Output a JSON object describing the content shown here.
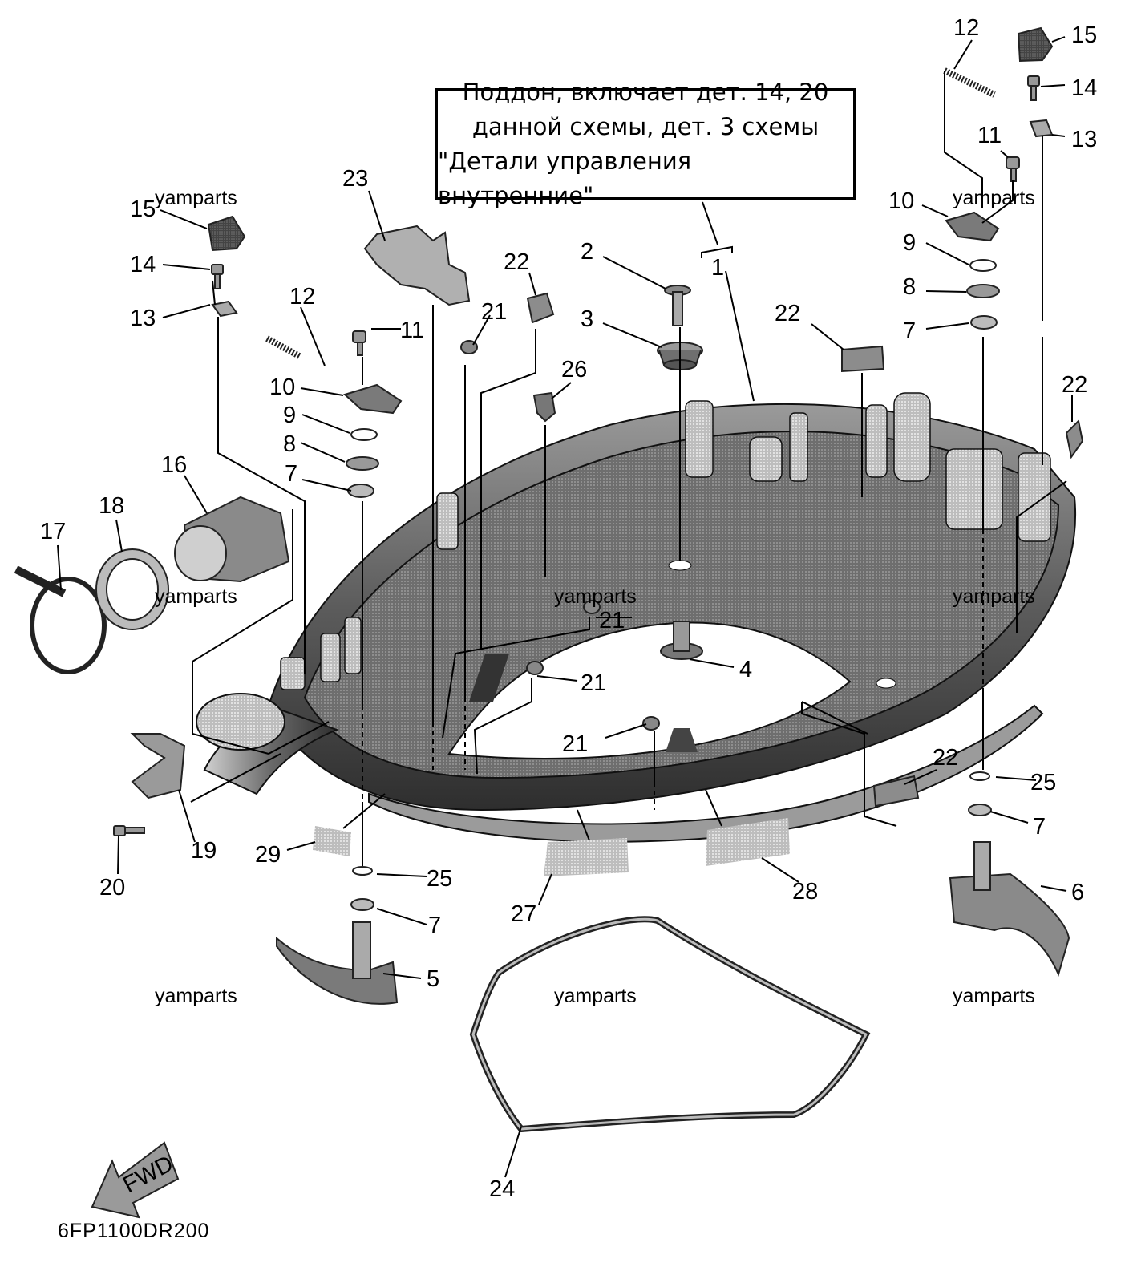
{
  "callout": {
    "line1": "Поддон, включает дет. 14, 20",
    "line2": "данной схемы, дет. 3 схемы",
    "line3": "\"Детали управления внутренние\""
  },
  "watermark": "yamparts",
  "diagram_code": "6FP1100DR200",
  "fwd_label": "FWD",
  "part_numbers": {
    "n1": "1",
    "n2": "2",
    "n3": "3",
    "n4": "4",
    "n5": "5",
    "n6": "6",
    "n7": "7",
    "n8": "8",
    "n9": "9",
    "n10": "10",
    "n11": "11",
    "n12": "12",
    "n13": "13",
    "n14": "14",
    "n15": "15",
    "n16": "16",
    "n17": "17",
    "n18": "18",
    "n19": "19",
    "n20": "20",
    "n21": "21",
    "n22": "22",
    "n23": "23",
    "n24": "24",
    "n25": "25",
    "n26": "26",
    "n27": "27",
    "n28": "28",
    "n29": "29"
  },
  "colors": {
    "line": "#000000",
    "part_dark": "#5a5a5a",
    "part_mid": "#8a8a8a",
    "part_light": "#c8c8c8"
  }
}
